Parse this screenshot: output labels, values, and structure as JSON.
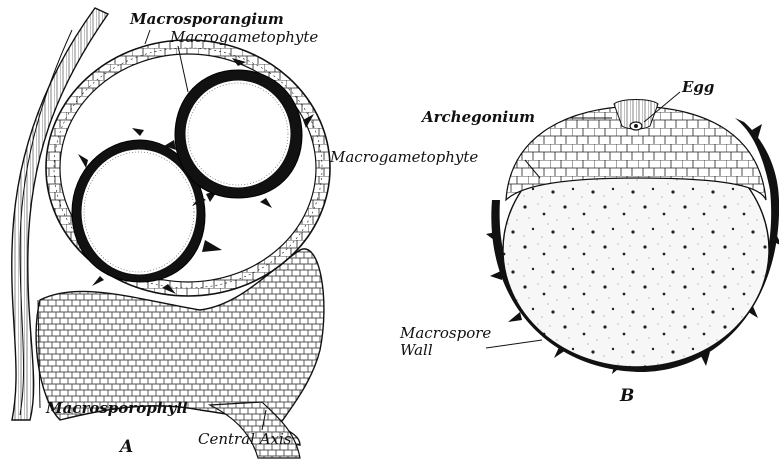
{
  "figure_a": {
    "panel_letter": "A",
    "labels": {
      "macrosporangium": "Macrosporangium",
      "macrogametophyte": "Macrogametophyte",
      "macrosporophyll": "Macrosporophyll",
      "central_axis": "Central Axis"
    }
  },
  "figure_b": {
    "panel_letter": "B",
    "labels": {
      "egg": "Egg",
      "archegonium": "Archegonium",
      "macrogametophyte": "Macrogametophyte",
      "macrospore_wall": "Macrospore\nWall"
    }
  }
}
